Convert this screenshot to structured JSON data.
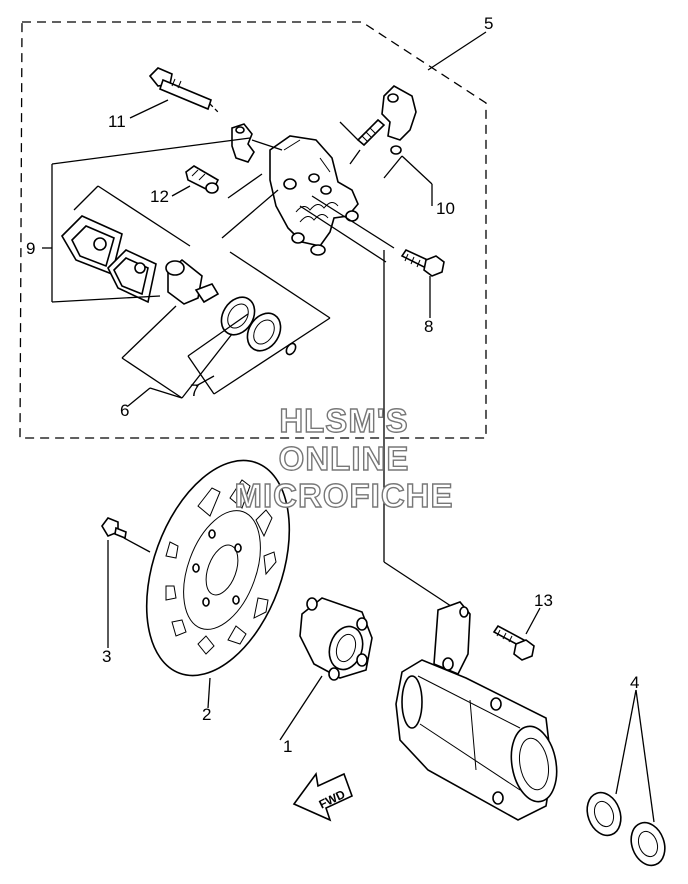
{
  "callouts": {
    "c1": "1",
    "c2": "2",
    "c3": "3",
    "c4": "4",
    "c5": "5",
    "c6": "6",
    "c7": "7",
    "c8": "8",
    "c9": "9",
    "c10": "10",
    "c11": "11",
    "c12": "12",
    "c13": "13"
  },
  "watermark": {
    "line1": "HLSM'S",
    "line2": "ONLINE",
    "line3": "MICROFICHE"
  },
  "fwd_arrow_label": "FWD"
}
